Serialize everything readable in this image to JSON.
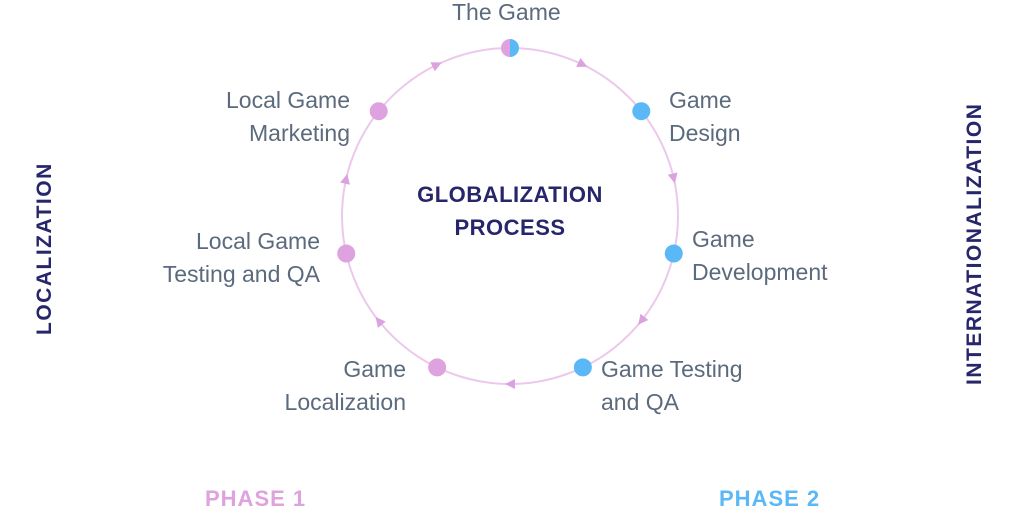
{
  "title": [
    "GLOBALIZATION",
    "PROCESS"
  ],
  "side_labels": {
    "left": "LOCALIZATION",
    "right": "INTERNATIONALIZATION"
  },
  "phases": {
    "phase1": "PHASE 1",
    "phase2": "PHASE 2"
  },
  "colors": {
    "ring": "#ecc8ec",
    "arrow": "#dba2e0",
    "phase1": "#dea2df",
    "phase2": "#5bb8f6",
    "title": "#27266b",
    "label": "#5b6a7c"
  },
  "nodes": [
    {
      "id": "the-game",
      "lines": [
        "The Game"
      ],
      "phase": "both"
    },
    {
      "id": "game-design",
      "lines": [
        "Game",
        "Design"
      ],
      "phase": "phase2"
    },
    {
      "id": "game-development",
      "lines": [
        "Game",
        "Development"
      ],
      "phase": "phase2"
    },
    {
      "id": "game-testing-qa",
      "lines": [
        "Game Testing",
        "and QA"
      ],
      "phase": "phase2"
    },
    {
      "id": "game-localization",
      "lines": [
        "Game",
        "Localization"
      ],
      "phase": "phase1"
    },
    {
      "id": "local-game-testing-qa",
      "lines": [
        "Local Game",
        "Testing and QA"
      ],
      "phase": "phase1"
    },
    {
      "id": "local-game-marketing",
      "lines": [
        "Local Game",
        "Marketing"
      ],
      "phase": "phase1"
    }
  ]
}
